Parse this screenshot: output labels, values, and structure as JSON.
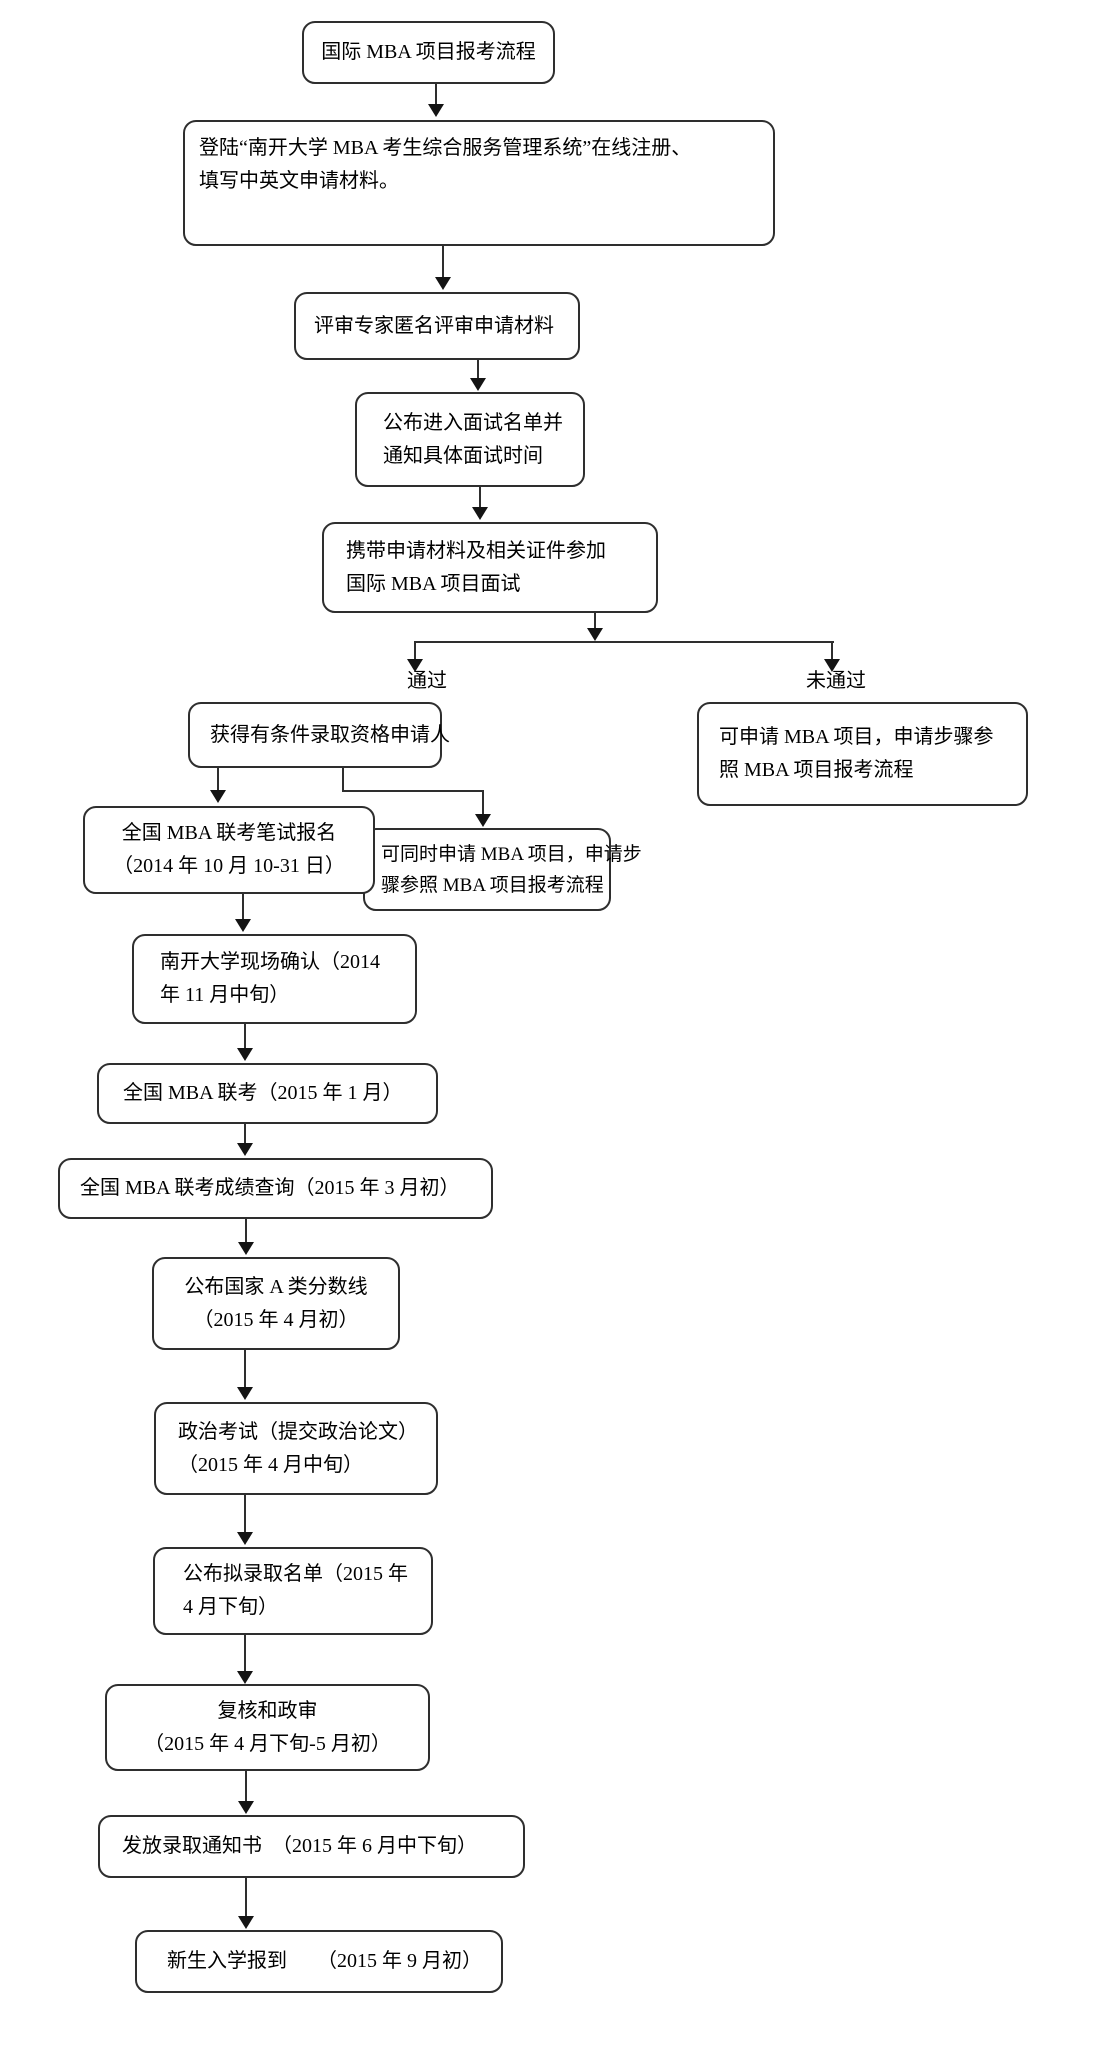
{
  "colors": {
    "background": "#ffffff",
    "line": "#2e2e2e",
    "text": "#000000"
  },
  "branch": {
    "pass": "通过",
    "fail": "未通过"
  },
  "nodes": {
    "start": {
      "label": "国际 MBA 项目报考流程"
    },
    "online_registration": {
      "line1": "登陆“南开大学 MBA 考生综合服务管理系统”在线注册、",
      "line2": "填写中英文申请材料。"
    },
    "expert_review": {
      "label": "评审专家匿名评审申请材料"
    },
    "interview_list": {
      "line1": "公布进入面试名单并",
      "line2": "通知具体面试时间"
    },
    "attend_interview": {
      "line1": "携带申请材料及相关证件参加",
      "line2": "国际 MBA 项目面试"
    },
    "conditional_admission": {
      "label": "获得有条件录取资格申请人"
    },
    "apply_mba_instead": {
      "line1": "可申请 MBA 项目，申请步骤参",
      "line2": "照 MBA 项目报考流程"
    },
    "apply_mba_simultaneously": {
      "line1": "可同时申请 MBA 项目，申请步",
      "line2": "骤参照 MBA 项目报考流程"
    },
    "national_written_exam_signup": {
      "line1": "全国 MBA 联考笔试报名",
      "line2": "（2014 年 10 月 10-31 日）"
    },
    "onsite_confirmation": {
      "line1": "南开大学现场确认（2014",
      "line2": "年 11 月中旬）"
    },
    "national_exam": {
      "label": "全国 MBA 联考（2015 年 1 月）"
    },
    "score_inquiry": {
      "label": "全国 MBA 联考成绩查询（2015 年 3 月初）"
    },
    "score_line": {
      "line1": "公布国家 A 类分数线",
      "line2": "（2015 年 4 月初）"
    },
    "politics_exam": {
      "line1": "政治考试（提交政治论文）",
      "line2": "（2015 年 4 月中旬）"
    },
    "admission_list": {
      "line1": "公布拟录取名单（2015 年",
      "line2": "4 月下旬）"
    },
    "recheck": {
      "line1": "复核和政审",
      "line2": "（2015 年 4 月下旬-5 月初）"
    },
    "admission_notice": {
      "label": "发放录取通知书　（2015 年 6 月中下旬）"
    },
    "enrollment": {
      "label": "新生入学报到　　（2015 年 9 月初）"
    }
  }
}
